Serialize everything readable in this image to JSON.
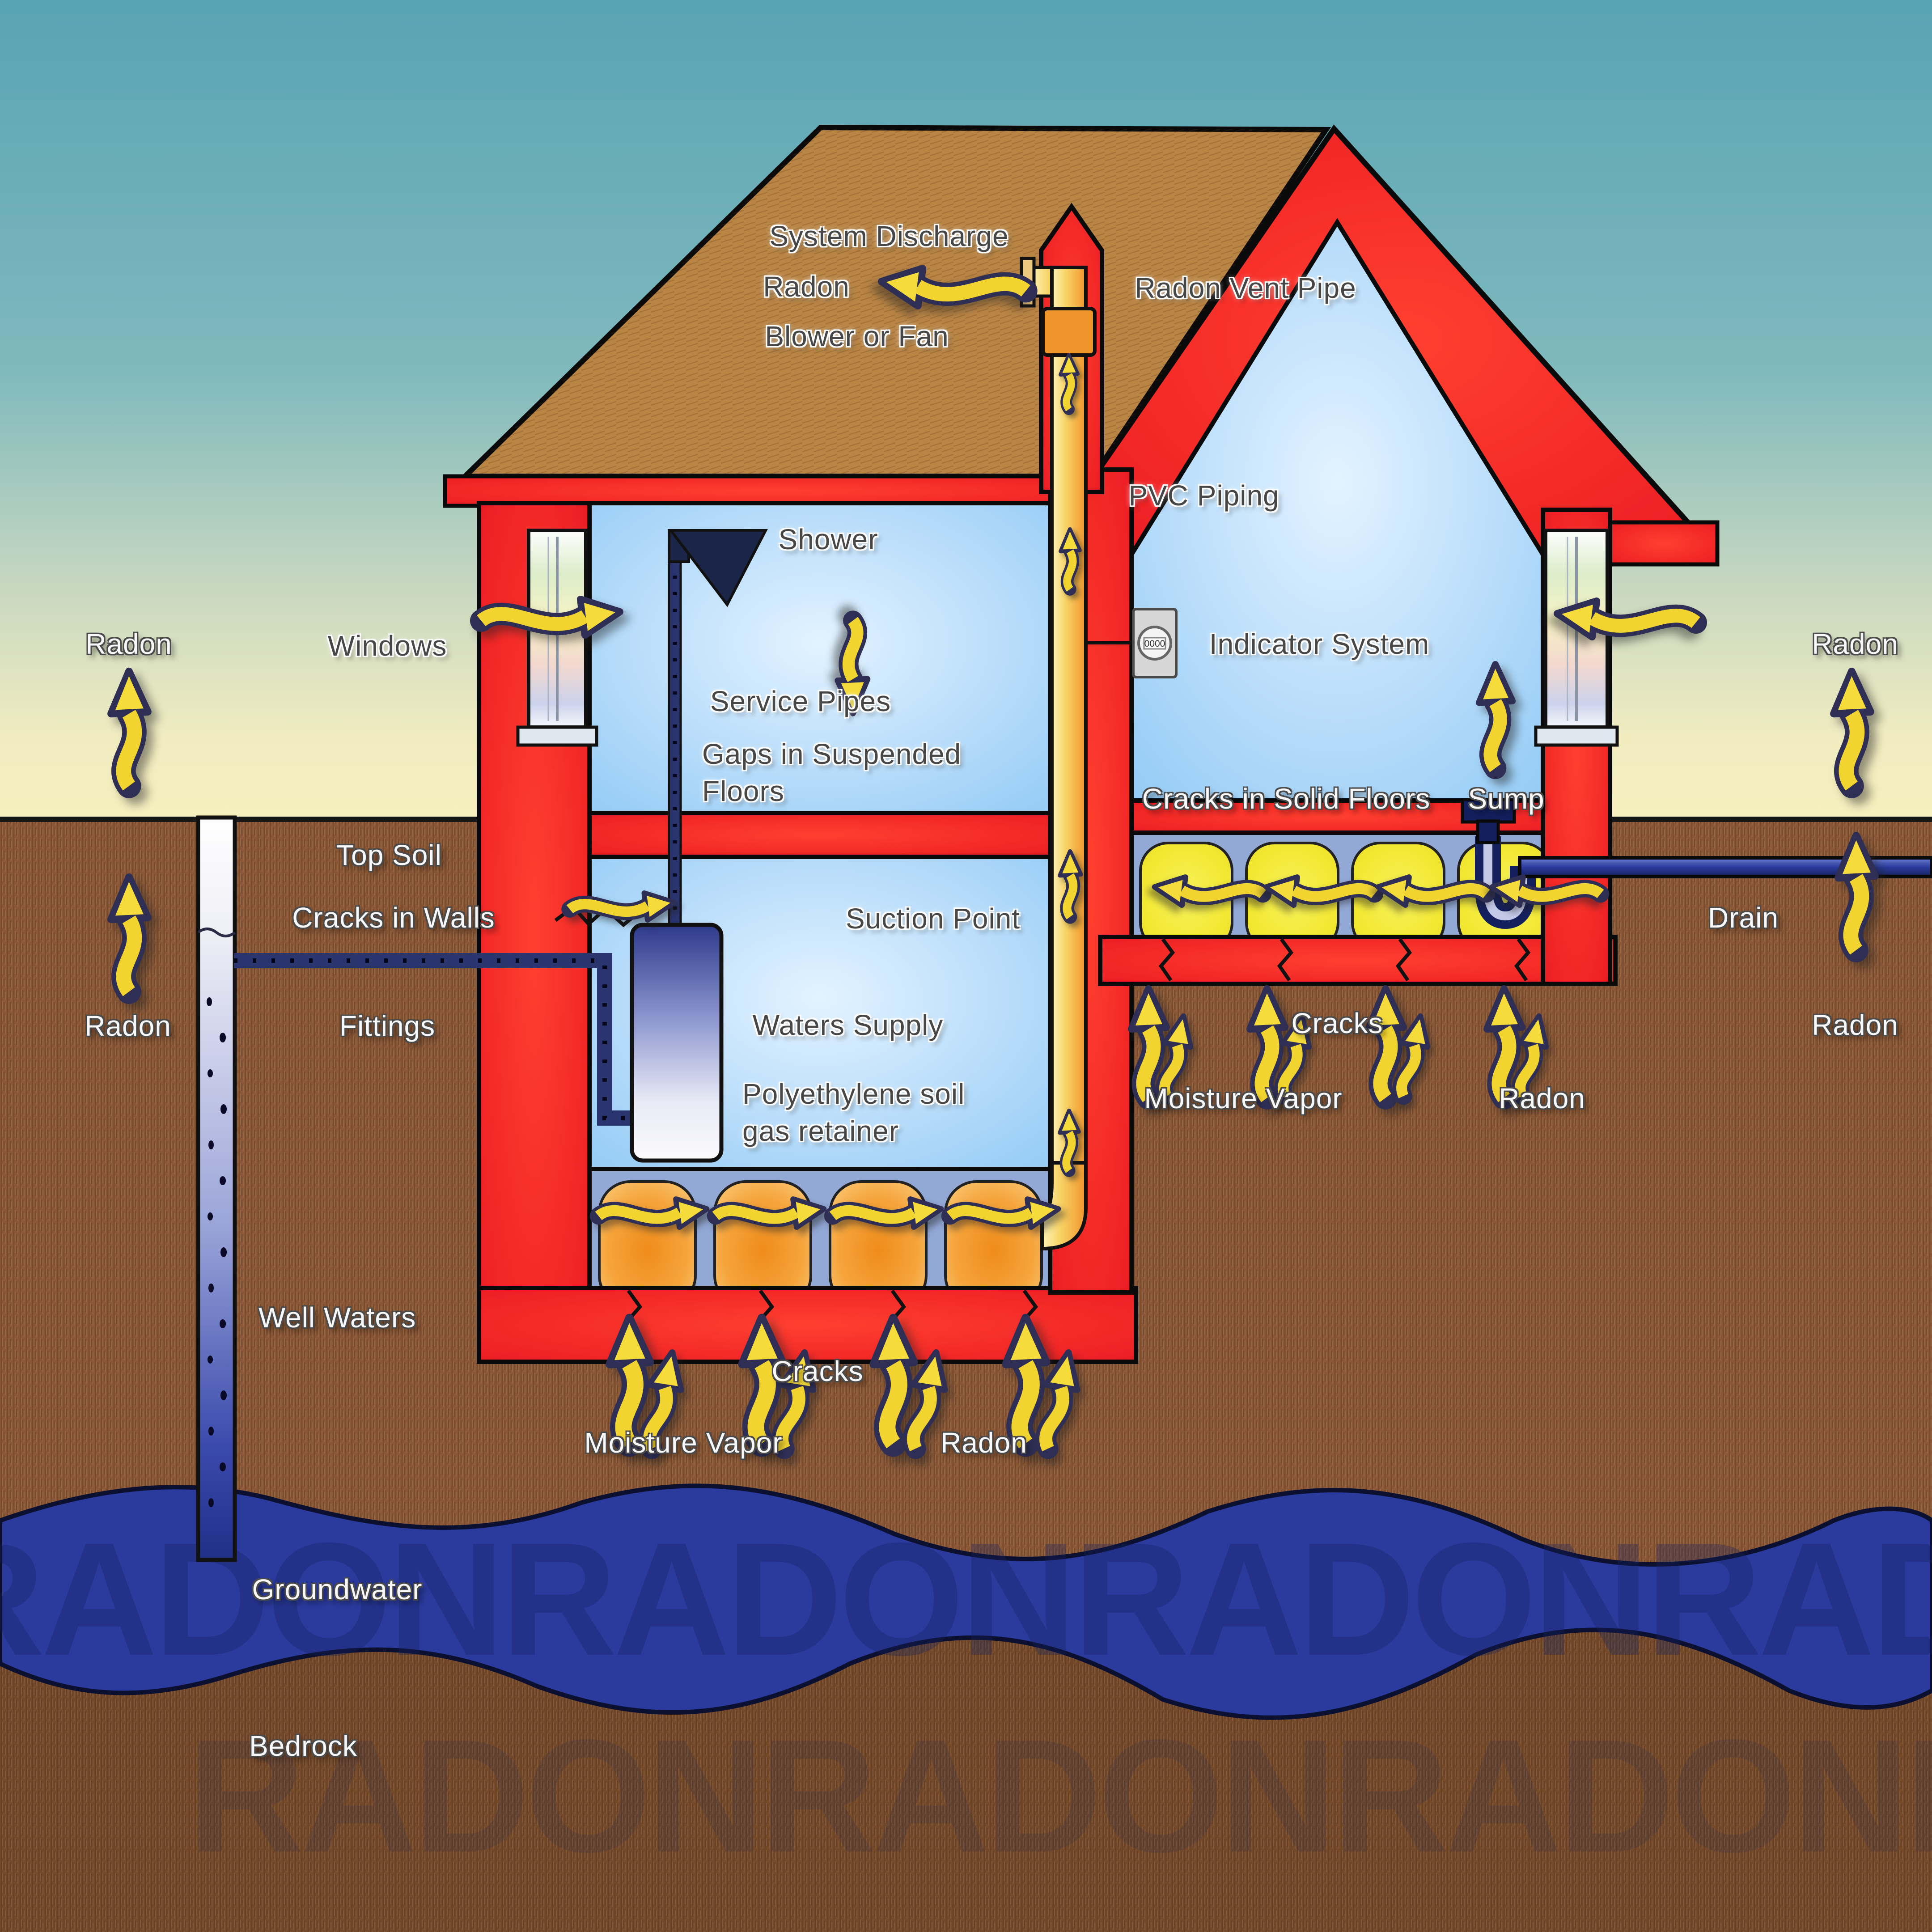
{
  "diagram": {
    "title": "Radon entry and mitigation - house cross-section",
    "watermark": "RADONRADONRADONRADON",
    "indicator_reading": "0000",
    "colors": {
      "sky_top": "#58a3b4",
      "sky_horizon": "#f6f0be",
      "soil": "#8a5836",
      "bedrock": "#744a2b",
      "groundwater": "#2b3a9d",
      "house_red": "#ee2024",
      "room_blue": "#a9d7f8",
      "roof_brown": "#b98545",
      "arrow_yellow": "#f2d431",
      "subslab_left_orange": "#ef8c1a",
      "subslab_right_yellow": "#f2e832",
      "pipe_navy": "#17215e",
      "vent_pipe_orange": "#f0952a",
      "subslab_background": "#92a8d5"
    },
    "labels": {
      "system_discharge": "System Discharge",
      "radon_roof": "Radon",
      "blower_or_fan": "Blower or Fan",
      "radon_vent_pipe": "Radon Vent Pipe",
      "pvc_piping": "PVC Piping",
      "shower": "Shower",
      "windows": "Windows",
      "indicator_system": "Indicator System",
      "service_pipes": "Service Pipes",
      "gaps_in_suspended_floors": "Gaps in Suspended Floors",
      "cracks_in_solid_floors": "Cracks in Solid Floors",
      "sump": "Sump",
      "radon_sky_left": "Radon",
      "radon_sky_right": "Radon",
      "top_soil": "Top Soil",
      "cracks_in_walls": "Cracks in Walls",
      "suction_point": "Suction Point",
      "fittings": "Fittings",
      "waters_supply": "Waters Supply",
      "polyethylene_retainer": "Polyethylene soil gas retainer",
      "drain": "Drain",
      "radon_soil_left": "Radon",
      "radon_soil_right": "Radon",
      "cracks_right": "Cracks",
      "moisture_vapor_right": "Moisture Vapor",
      "radon_under_right": "Radon",
      "well_waters": "Well Waters",
      "cracks_left": "Cracks",
      "moisture_vapor_left": "Moisture Vapor",
      "radon_under_left": "Radon",
      "groundwater": "Groundwater",
      "bedrock": "Bedrock"
    }
  }
}
